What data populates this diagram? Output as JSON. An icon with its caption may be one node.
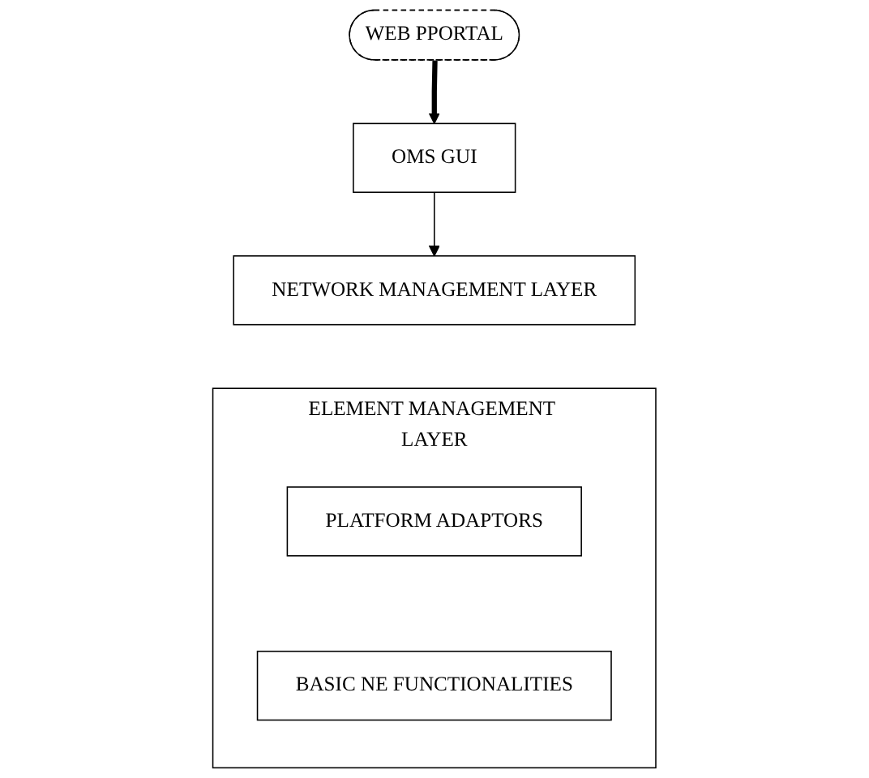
{
  "diagram": {
    "nodes": [
      {
        "text": [
          "WEB PPORTAL"
        ]
      },
      {
        "text": [
          "OMS GUI"
        ]
      },
      {
        "text": [
          "NETWORK MANAGEMENT LAYER"
        ]
      },
      {
        "text": [
          "ELEMENT MANAGEMENT LAYER"
        ]
      },
      {
        "text": [
          "PLATFORM ADAPTORS"
        ],
        "in": 3
      },
      {
        "text": [
          "BASIC NE FUNCTIONALITIES"
        ],
        "in": 3
      }
    ],
    "edges": [
      {
        "from": 0,
        "to": 1,
        "arrow": "to",
        "style": "thick"
      },
      {
        "from": 1,
        "to": 2,
        "arrow": "to"
      }
    ]
  }
}
